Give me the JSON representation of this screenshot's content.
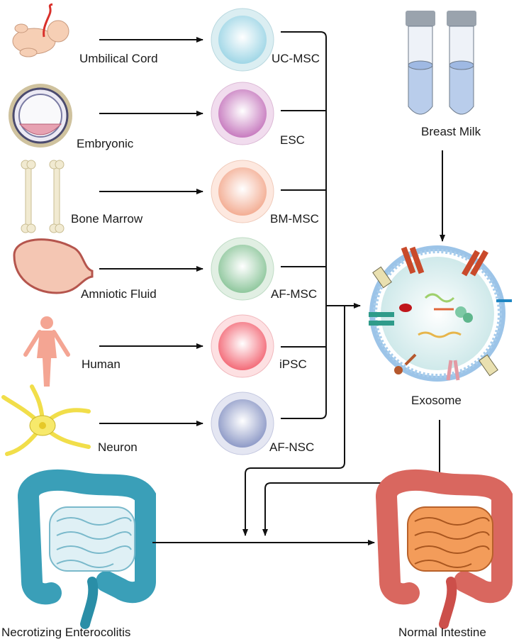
{
  "sources": [
    {
      "id": "umbilical",
      "label": "Umbilical Cord",
      "cell": "UC-MSC",
      "cell_color": "#9fd6e6"
    },
    {
      "id": "embryonic",
      "label": "Embryonic",
      "cell": "ESC",
      "cell_color": "#c77bbf"
    },
    {
      "id": "bone",
      "label": "Bone Marrow",
      "cell": "BM-MSC",
      "cell_color": "#f3ad93"
    },
    {
      "id": "amniotic",
      "label": "Amniotic Fluid",
      "cell": "AF-MSC",
      "cell_color": "#8fc79d"
    },
    {
      "id": "human",
      "label": "Human",
      "cell": "iPSC",
      "cell_color": "#f36b78"
    },
    {
      "id": "neuron",
      "label": "Neuron",
      "cell": "AF-NSC",
      "cell_color": "#8e9ac7"
    }
  ],
  "breast_milk": {
    "label": "Breast Milk"
  },
  "exosome": {
    "label": "Exosome"
  },
  "disease": {
    "label": "Necrotizing Enterocolitis",
    "color": "#3a9fb8"
  },
  "healthy": {
    "label": "Normal Intestine",
    "color": "#d9675f"
  }
}
